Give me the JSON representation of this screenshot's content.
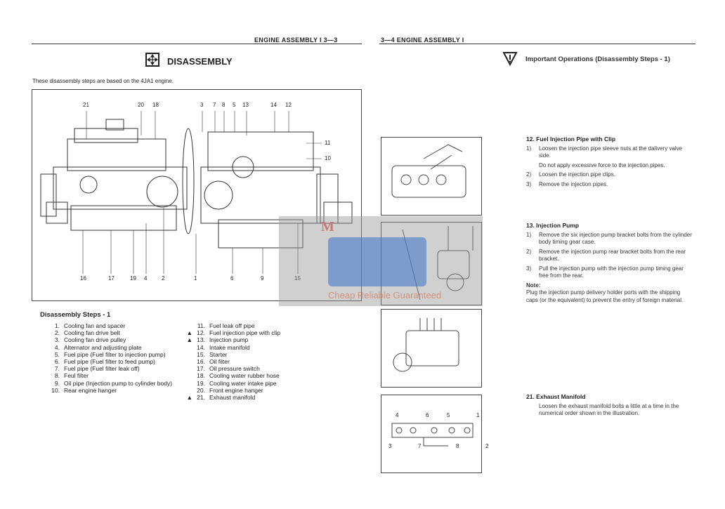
{
  "left_page": {
    "header": "ENGINE ASSEMBLY I  3—3",
    "section_title": "DISASSEMBLY",
    "intro": "These disassembly steps are based on the 4JA1 engine.",
    "figure_callouts_top": [
      "21",
      "20",
      "18",
      "3",
      "7",
      "8",
      "5",
      "13",
      "14",
      "12"
    ],
    "figure_callouts_right": [
      "11",
      "10"
    ],
    "figure_callouts_bottom": [
      "16",
      "17",
      "19",
      "4",
      "2",
      "1",
      "6",
      "9",
      "15"
    ],
    "steps_title": "Disassembly Steps - 1",
    "steps_col1": [
      {
        "mark": "",
        "num": "1.",
        "text": "Cooling fan and spacer"
      },
      {
        "mark": "",
        "num": "2.",
        "text": "Cooling fan drive belt"
      },
      {
        "mark": "",
        "num": "3.",
        "text": "Cooling fan drive pulley"
      },
      {
        "mark": "",
        "num": "4.",
        "text": "Alternator and adjusting plate"
      },
      {
        "mark": "",
        "num": "5.",
        "text": "Fuel pipe (Fuel filter to injection pump)"
      },
      {
        "mark": "",
        "num": "6.",
        "text": "Fuel pipe (Fuel filter to feed pump)"
      },
      {
        "mark": "",
        "num": "7.",
        "text": "Fuel pipe (Fuel filter leak off)"
      },
      {
        "mark": "",
        "num": "8.",
        "text": "Feul filter"
      },
      {
        "mark": "",
        "num": "9.",
        "text": "Oil pipe (Injection pump to cylinder body)"
      },
      {
        "mark": "",
        "num": "10.",
        "text": "Rear engine hanger"
      }
    ],
    "steps_col2": [
      {
        "mark": "",
        "num": "11.",
        "text": "Fuel leak off pipe"
      },
      {
        "mark": "▲",
        "num": "12.",
        "text": "Fuel injection pipe with clip"
      },
      {
        "mark": "▲",
        "num": "13.",
        "text": "Injection pump"
      },
      {
        "mark": "",
        "num": "14.",
        "text": "Intake manifold"
      },
      {
        "mark": "",
        "num": "15.",
        "text": "Starter"
      },
      {
        "mark": "",
        "num": "16.",
        "text": "Oil filter"
      },
      {
        "mark": "",
        "num": "17.",
        "text": "Oil pressure switch"
      },
      {
        "mark": "",
        "num": "18.",
        "text": "Cooling water rubber hose"
      },
      {
        "mark": "",
        "num": "19.",
        "text": "Cooling water intake pipe"
      },
      {
        "mark": "",
        "num": "20.",
        "text": "Front engine hanger"
      },
      {
        "mark": "▲",
        "num": "21.",
        "text": "Exhaust manifold"
      }
    ]
  },
  "right_page": {
    "header": "3—4  ENGINE ASSEMBLY I",
    "section_title": "Important Operations (Disassembly Steps - 1)",
    "op12": {
      "title": "12.  Fuel Injection Pipe with Clip",
      "items": [
        {
          "n": "1)",
          "t": "Loosen the injection pipe sleeve nuts at the dalivery valve side."
        },
        {
          "n": "",
          "t": "Do not apply excessive force to the injection pipes."
        },
        {
          "n": "2)",
          "t": "Loosen the injection pipe clips."
        },
        {
          "n": "3)",
          "t": "Remove the injection pipes."
        }
      ]
    },
    "op13": {
      "title": "13.  Injection Pump",
      "items": [
        {
          "n": "1)",
          "t": "Remove the six injection pump bracket bolts from the cylinder body timing gear case."
        },
        {
          "n": "2)",
          "t": "Remove the injection pump rear bracket bolts from the rear bracket."
        },
        {
          "n": "3)",
          "t": "Pull the injection pump with the injection pump timing gear free from the rear."
        }
      ],
      "note_label": "Note:",
      "note": "Plug the injection pump delivery holder ports with the shipping caps (or the equivalent) to prevent the entry of foreign material."
    },
    "op21": {
      "title": "21.  Exhaust Manifold",
      "text": "Loosen the exhaust manifold bolts a little at a time in the numerical order shown in the illustration."
    },
    "manifold_numbers_top": [
      "4",
      "6",
      "5",
      "1"
    ],
    "manifold_numbers_bottom": [
      "3",
      "7",
      "8",
      "2"
    ]
  },
  "watermark": {
    "logo": "M",
    "text": "Cheap Reliable Guaranteed"
  }
}
